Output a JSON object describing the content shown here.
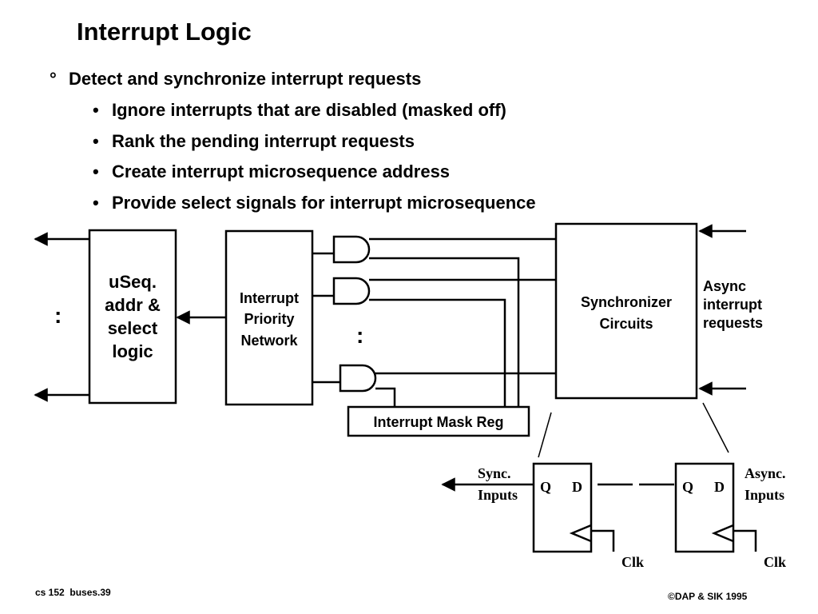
{
  "title": "Interrupt Logic",
  "bullets": {
    "main": {
      "marker": "°",
      "text": "Detect and synchronize interrupt requests"
    },
    "sub_marker": "•",
    "sub": [
      "Ignore interrupts that are disabled (masked off)",
      "Rank the pending interrupt requests",
      "Create interrupt microsequence address",
      "Provide select signals for interrupt microsequence"
    ]
  },
  "diagram": {
    "useq_block": [
      "uSeq.",
      "addr &",
      "select",
      "logic"
    ],
    "priority_block": [
      "Interrupt",
      "Priority",
      "Network"
    ],
    "synchronizer_block": [
      "Synchronizer",
      "Circuits"
    ],
    "mask_reg": "Interrupt Mask Reg",
    "async_label": [
      "Async",
      "interrupt",
      "requests"
    ],
    "ellipsis": ":",
    "flipflop": {
      "q_label": "Q",
      "d_label": "D",
      "sync_inputs": [
        "Sync.",
        "Inputs"
      ],
      "async_inputs": [
        "Async.",
        "Inputs"
      ],
      "clk_label": "Clk"
    }
  },
  "footer": {
    "left": "cs 152  buses.39",
    "right": "©DAP & SIK 1995"
  }
}
